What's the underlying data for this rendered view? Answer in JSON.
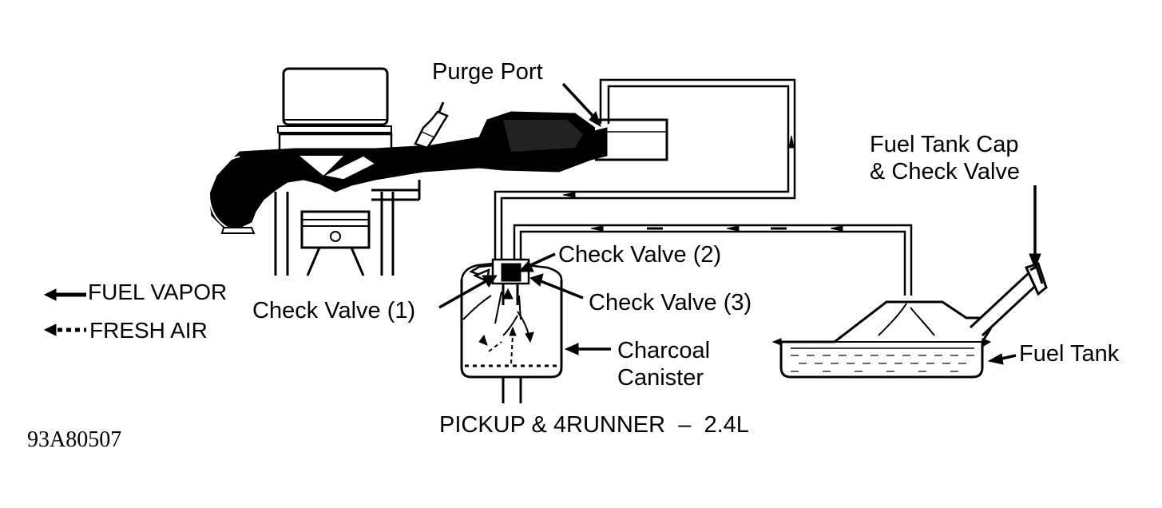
{
  "labels": {
    "purge_port": "Purge Port",
    "fuel_tank_cap_line1": "Fuel Tank Cap",
    "fuel_tank_cap_line2": "& Check Valve",
    "check_valve_2": "Check Valve (2)",
    "check_valve_1": "Check Valve (1)",
    "check_valve_3": "Check Valve (3)",
    "charcoal_line1": "Charcoal",
    "charcoal_line2": "Canister",
    "fuel_tank": "Fuel Tank",
    "caption": "PICKUP & 4RUNNER  –  2.4L",
    "figure_code": "93A80507"
  },
  "legend": {
    "fuel_vapor": "FUEL VAPOR",
    "fresh_air": "FRESH AIR"
  }
}
